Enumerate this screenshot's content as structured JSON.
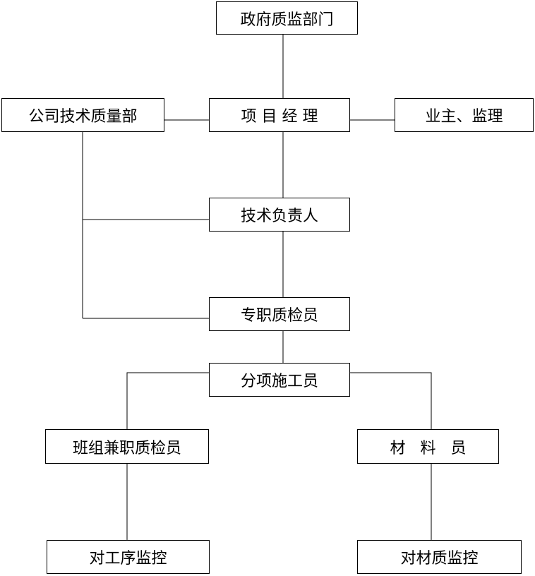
{
  "nodes": {
    "gov_quality_dept": "政府质监部门",
    "project_manager": "项 目 经 理",
    "company_quality_dept": "公司技术质量部",
    "owner_supervisor": "业主、监理",
    "tech_lead": "技术负责人",
    "quality_inspector": "专职质检员",
    "sub_construction": "分项施工员",
    "team_inspector": "班组兼职质检员",
    "material_officer": "材   料   员",
    "process_control": "对工序监控",
    "material_control": "对材质监控"
  }
}
